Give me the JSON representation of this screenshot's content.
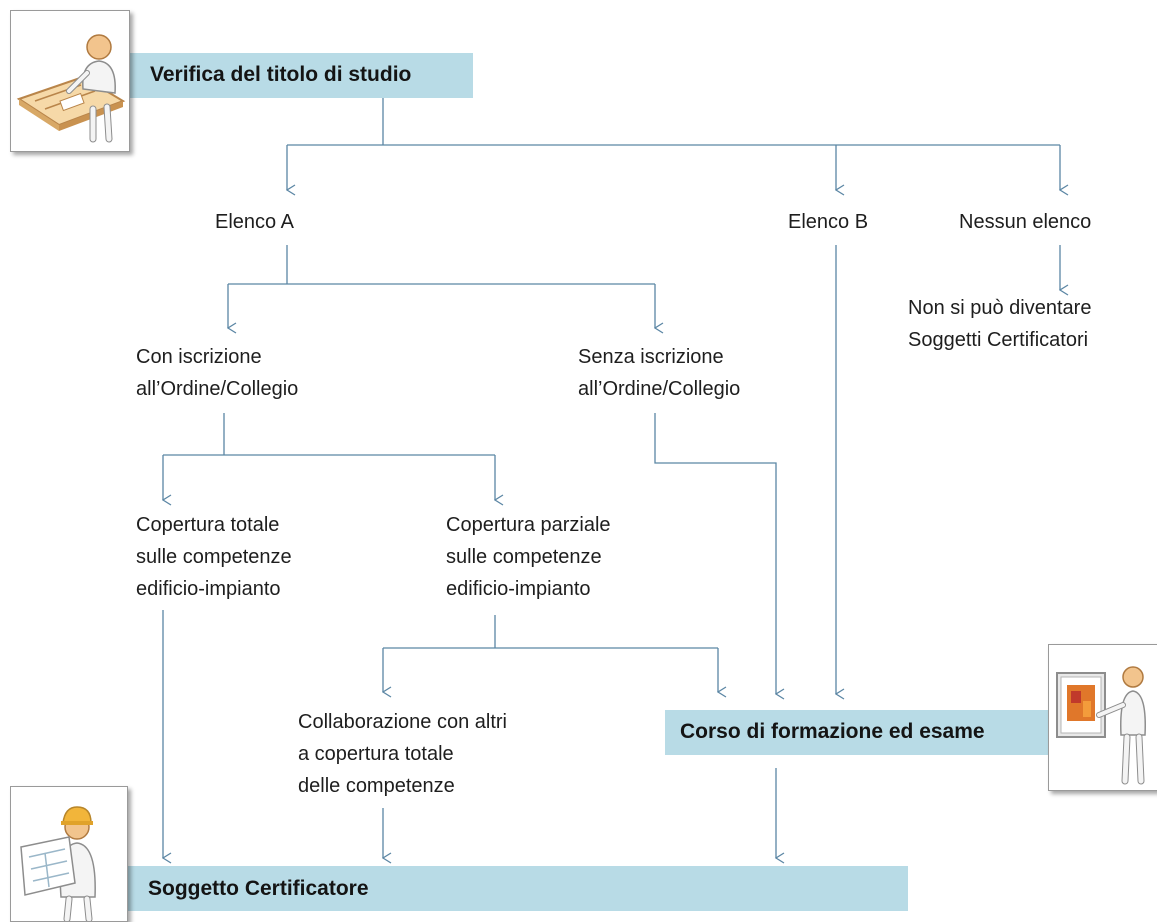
{
  "nodes": {
    "verifica": "Verifica del titolo di studio",
    "elenco_a": "Elenco A",
    "elenco_b": "Elenco B",
    "nessun_elenco": "Nessun elenco",
    "non_si_puo": [
      "Non si può diventare",
      "Soggetti Certificatori"
    ],
    "con_iscrizione": [
      "Con iscrizione",
      "all’Ordine/Collegio"
    ],
    "senza_iscrizione": [
      "Senza iscrizione",
      "all’Ordine/Collegio"
    ],
    "copertura_totale": [
      "Copertura totale",
      "sulle competenze",
      "edificio-impianto"
    ],
    "copertura_parziale": [
      "Copertura parziale",
      "sulle competenze",
      "edificio-impianto"
    ],
    "collaborazione": [
      "Collaborazione con altri",
      "a copertura totale",
      "delle competenze"
    ],
    "corso": "Corso di formazione ed esame",
    "soggetto": "Soggetto Certificatore"
  },
  "icons": {
    "top": "person-at-drafting-table-icon",
    "middle": "person-presenting-chart-icon",
    "bottom": "worker-with-hardhat-reading-plan-icon"
  },
  "colors": {
    "bar": "#b8dbe6",
    "connector": "#5b86a4"
  }
}
